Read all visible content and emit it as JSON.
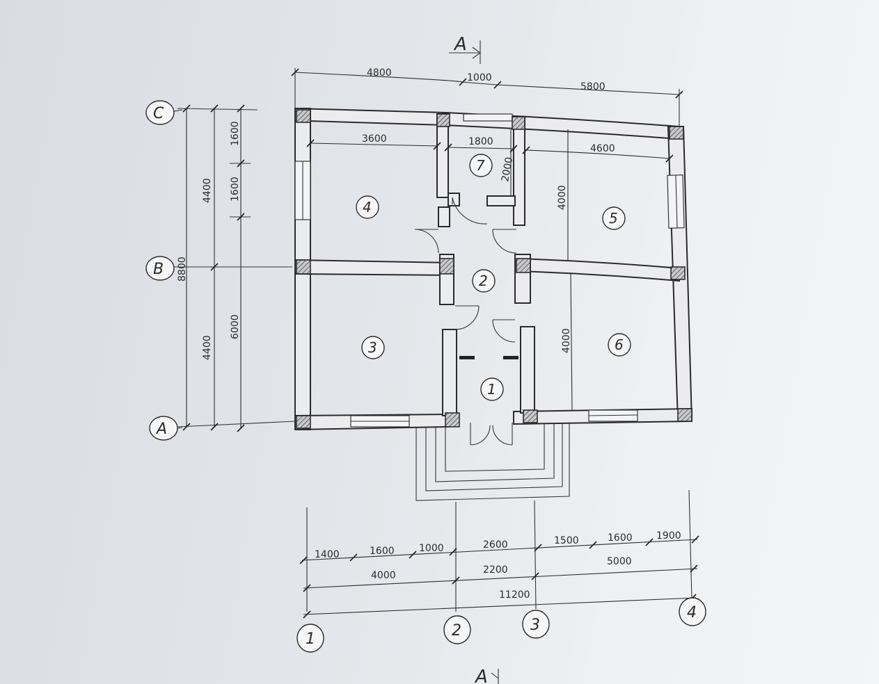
{
  "section_marks": {
    "top": "A",
    "bottom": "A"
  },
  "top_dims": [
    "4800",
    "1000",
    "5800"
  ],
  "inner_top_dims": [
    "3600",
    "1800",
    "4600"
  ],
  "inner_v_dims": [
    "2000",
    "4000",
    "4000"
  ],
  "left_dims": {
    "outer_total": "8800",
    "mid": [
      "4400",
      "4400"
    ],
    "inner": [
      "1600",
      "1600",
      "6000"
    ]
  },
  "rooms": [
    "1",
    "2",
    "3",
    "4",
    "5",
    "6",
    "7"
  ],
  "axes_rows": [
    "A",
    "B",
    "C"
  ],
  "axes_cols": [
    "1",
    "2",
    "3",
    "4"
  ],
  "bottom_dims": {
    "row1": [
      "1400",
      "1600",
      "1000",
      "2600",
      "1500",
      "1600",
      "1900"
    ],
    "row2": [
      "4000",
      "2200",
      "5000"
    ],
    "row3": "11200"
  }
}
